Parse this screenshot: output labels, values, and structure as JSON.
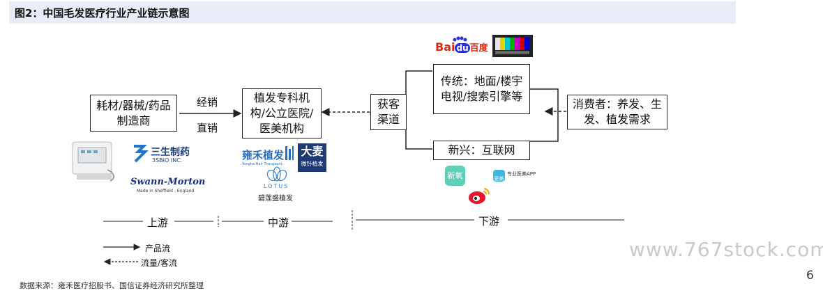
{
  "title": "图2：中国毛发医疗行业产业链示意图",
  "boxes": {
    "upstream": "耗材/器械/药品制造商",
    "midstream": "植发专科机构/公立医院/医美机构",
    "channel": "获客渠道",
    "traditional": "传统：地面/楼宇电视/搜索引擎等",
    "emerging": "新兴：互联网",
    "consumer": "消费者：养发、生发、植发需求"
  },
  "edge_labels": {
    "distribution": "经销",
    "direct": "直销"
  },
  "stages": {
    "up": "上游",
    "mid": "中游",
    "down": "下游"
  },
  "legend": {
    "product_flow": "产品流",
    "customer_flow": "流量/客流"
  },
  "logos": {
    "sansheng": "三生制药",
    "sansheng_en": "3SBIO INC.",
    "swann": "Swann-Morton",
    "swann_sub": "Made in Sheffield - England",
    "yonghe": "雍禾植发",
    "yonghe_en": "Yonghe Hair Transplant",
    "damai": "大麦",
    "damai_sub": "微针植发",
    "lotus_en": "LOTUS",
    "lotus": "碧莲盛植发",
    "baidu_bai": "Bai",
    "baidu_du": "du",
    "baidu_cn": "百度",
    "xinyang": "新氧",
    "gengmei": "更美",
    "gengmei_sub": "专业医美APP"
  },
  "source": "数据来源：雍禾医疗招股书、国信证券经济研究所整理",
  "watermark": "www.767stock.com",
  "page_number": "6",
  "colors": {
    "title_bg": "#e9ecf8",
    "line": "#222222",
    "baidu_red": "#de2910",
    "baidu_blue": "#2932e1",
    "sansheng_blue": "#1b76c9",
    "yonghe_blue": "#2a6fc1",
    "damai_navy": "#1f3a73",
    "weibo_red": "#e6162d"
  }
}
